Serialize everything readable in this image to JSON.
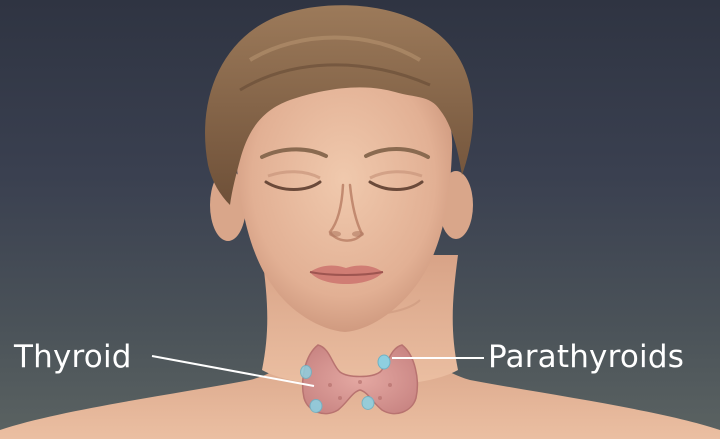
{
  "labels": {
    "thyroid": "Thyroid",
    "parathyroids": "Parathyroids"
  },
  "colors": {
    "background_top": "#2f3442",
    "background_bottom": "#5b6362",
    "skin": "#e8b99d",
    "hair": "#8a6a4e",
    "thyroid_gland": "#d99a9a",
    "parathyroid_glands": "#8ecfe0",
    "leader_line": "#ffffff"
  },
  "icons": {
    "figure": "woman-head-and-neck-illustration",
    "thyroid": "thyroid-gland-icon",
    "parathyroids": "parathyroid-gland-icon"
  }
}
